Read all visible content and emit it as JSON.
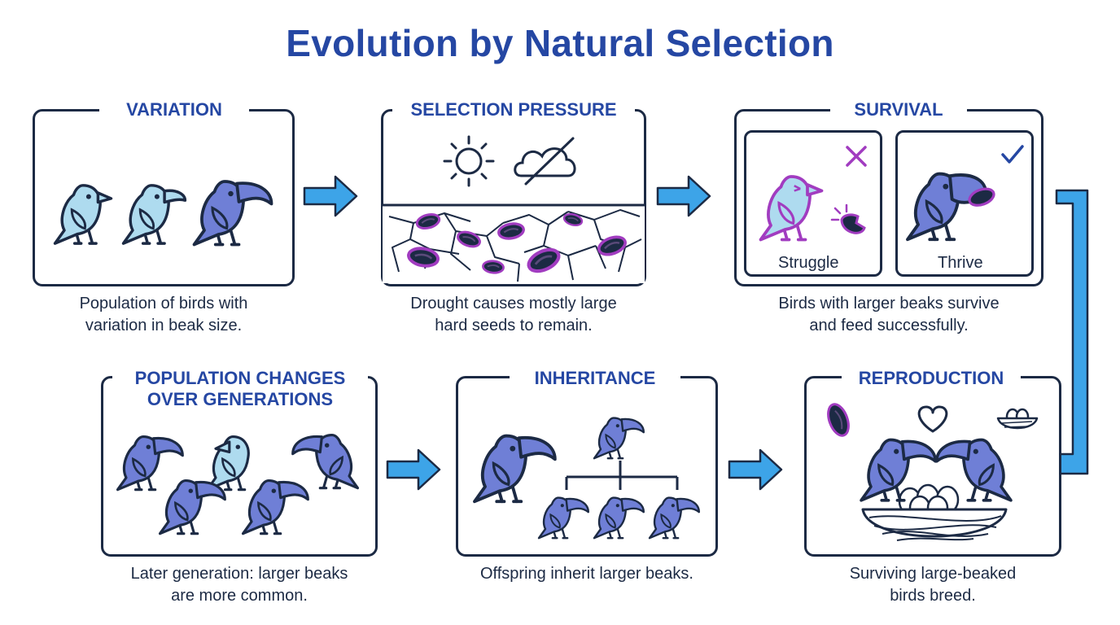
{
  "title": "Evolution by Natural Selection",
  "colors": {
    "title_blue": "#2547a3",
    "outline": "#1c2a44",
    "arrow_blue": "#3da4e8",
    "bird_light": "#aedbef",
    "bird_dark": "#6f7fd6",
    "struggle_magenta": "#a13cc0"
  },
  "panels": [
    {
      "id": "variation",
      "title": "VARIATION",
      "caption_lines": [
        "Population of birds with",
        "variation in beak size."
      ]
    },
    {
      "id": "selection",
      "title": "SELECTION PRESSURE",
      "caption_lines": [
        "Drought causes mostly large",
        "hard seeds to remain."
      ]
    },
    {
      "id": "survival",
      "title": "SURVIVAL",
      "caption_lines": [
        "Birds with larger beaks survive",
        "and feed successfully."
      ],
      "sub": {
        "struggle": "Struggle",
        "thrive": "Thrive"
      }
    },
    {
      "id": "population",
      "title_lines": [
        "POPULATION CHANGES",
        "OVER GENERATIONS"
      ],
      "caption_lines": [
        "Later generation: larger beaks",
        "are more common."
      ]
    },
    {
      "id": "inheritance",
      "title": "INHERITANCE",
      "caption_lines": [
        "Offspring inherit larger beaks."
      ]
    },
    {
      "id": "reproduction",
      "title": "REPRODUCTION",
      "caption_lines": [
        "Surviving large-beaked",
        "birds breed."
      ]
    }
  ],
  "icons": [
    "sun-icon",
    "cloud-crossed-icon",
    "x-mark-icon",
    "check-mark-icon",
    "heart-icon",
    "nest-icon",
    "seed-icon",
    "arrow-icon"
  ]
}
